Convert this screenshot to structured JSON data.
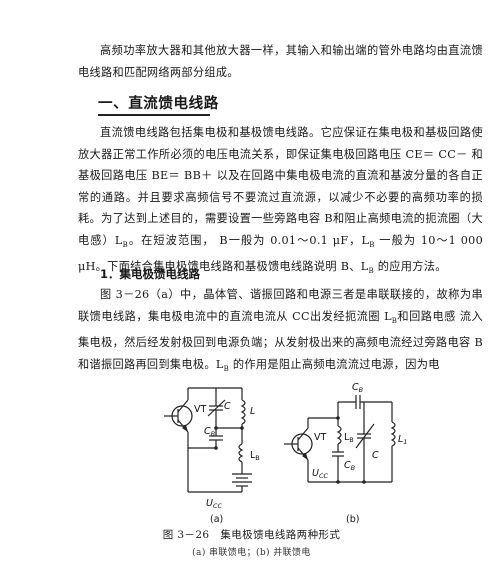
{
  "intro": "高频功率放大器和其他放大器一样，其输入和输出端的管外电路均由直流馈电线路和匹配网络两部分组成。",
  "section_title": "一、直流馈电线路",
  "para1": "直流馈电线路包括集电极和基极馈电线路。它应保证在集电极和基极回路使放大器正常工作所必须的电压电流关系，即保证集电极回路电压 CE＝ CC－ 和基极回路电压 BE＝ BB＋ 以及在回路中集电极电流的直流和基波分量的各自正常的通路。并且要求高频信号不要流过直流源，以减少不必要的高频功率的损耗。为了达到上述目的，需要设置一些旁路电容 B和阻止高频电流的扼流圈（大电感）L",
  "para1b": "。在短波范围， B一般为 0.01～0.1 μF，L",
  "para1c": " 一般为 10～1 000 μH。下面结合集电极馈电线路和基极馈电线路说明 B、L",
  "para1d": " 的应用方法。",
  "sub_b": "B",
  "subsection_title": "1．集电极馈电线路",
  "para2": "图 3－26（a）中，晶体管、谐振回路和电源三者是串联联接的，故称为串联馈电线路，集电极电流中的直流电流从 CC出发经扼流圈 L",
  "para2b": "和回路电感 流入集电极，然后经发射极回到电源负端；从发射极出来的高频电流经过旁路电容 B和谐振回路再回到集电极。L",
  "para2c": " 的作用是阻止高频电流流过电源，因为电",
  "figure": {
    "vt": "VT",
    "c": "C",
    "cb": "C",
    "cb_sub": "B",
    "l": "L",
    "lb": "L",
    "lb_sub": "B",
    "ucc": "U",
    "ucc_sub": "CC",
    "l1": "L",
    "l1_sub": "1",
    "label_a": "(a)",
    "label_b": "(b)"
  },
  "caption": "图 3－26　集电极馈电线路两种形式",
  "subcaption": "(a) 串联馈电；(b) 并联馈电"
}
